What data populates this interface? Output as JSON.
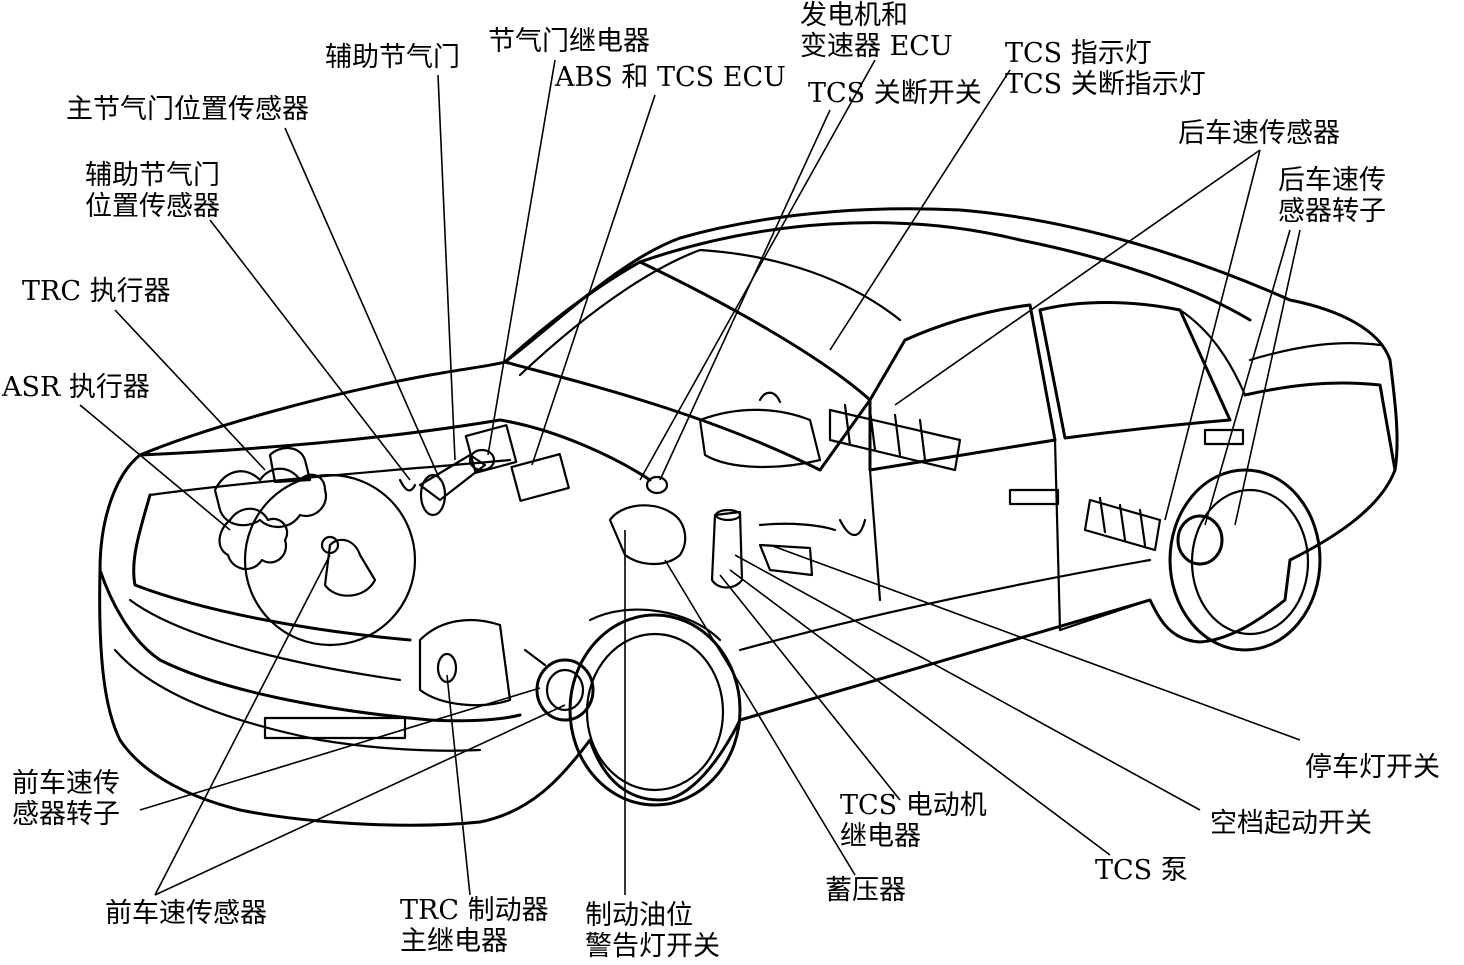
{
  "labels": {
    "aux_throttle": "辅助节气门",
    "throttle_relay": "节气门继电器",
    "engine_trans_ecu": [
      "发电机和",
      "变速器 ECU"
    ],
    "abs_tcs_ecu": "ABS 和 TCS ECU",
    "tcs_indicator": [
      "TCS 指示灯",
      "TCS 关断指示灯"
    ],
    "tcs_off_switch": "TCS 关断开关",
    "main_throttle_sensor": "主节气门位置传感器",
    "aux_throttle_sensor": [
      "辅助节气门",
      "位置传感器"
    ],
    "rear_speed_sensor": "后车速传感器",
    "rear_speed_rotor": [
      "后车速传",
      "感器转子"
    ],
    "trc_actuator": "TRC 执行器",
    "asr_actuator": "ASR 执行器",
    "stop_lamp_switch": "停车灯开关",
    "front_speed_rotor": [
      "前车速传",
      "感器转子"
    ],
    "tcs_motor_relay": [
      "TCS 电动机",
      "继电器"
    ],
    "neutral_start_switch": "空档起动开关",
    "tcs_pump": "TCS 泵",
    "accumulator": "蓄压器",
    "front_speed_sensor": "前车速传感器",
    "trc_brake_main_relay": [
      "TRC 制动器",
      "主继电器"
    ],
    "brake_fluid_switch": [
      "制动油位",
      "警告灯开关"
    ]
  }
}
